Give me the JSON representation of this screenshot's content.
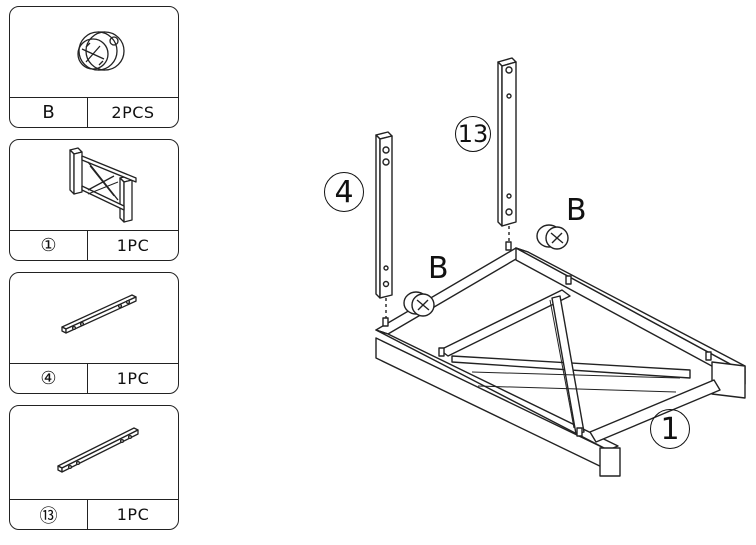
{
  "parts": [
    {
      "id": "B",
      "qty": "2PCS",
      "icon": "cam-lock-fitting-icon"
    },
    {
      "id": "①",
      "qty": "1PC",
      "icon": "base-frame-icon"
    },
    {
      "id": "④",
      "qty": "1PC",
      "icon": "short-leg-icon"
    },
    {
      "id": "⑬",
      "qty": "1PC",
      "icon": "long-leg-icon"
    }
  ],
  "assembly": {
    "label_4": "4",
    "label_13": "13",
    "label_1": "1",
    "label_b_left": "B",
    "label_b_right": "B"
  }
}
